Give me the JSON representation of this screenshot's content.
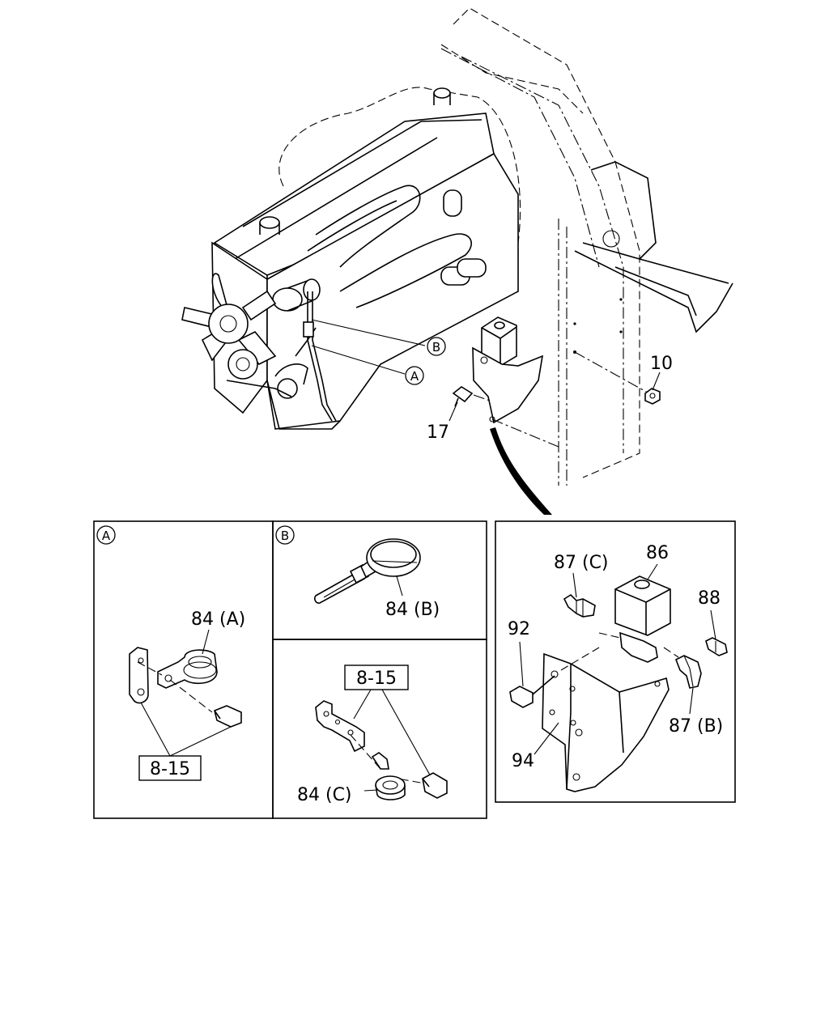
{
  "callouts": {
    "c10": "10",
    "c17": "17",
    "ref_a": "A",
    "ref_b": "B"
  },
  "panel_a": {
    "ref": "A",
    "part_label": "84 (A)",
    "ref_box": "8-15"
  },
  "panel_b_top": {
    "ref": "B",
    "part_label": "84 (B)"
  },
  "panel_b_bottom": {
    "ref_box": "8-15",
    "part_label": "84 (C)"
  },
  "panel_valve": {
    "l86": "86",
    "l87c": "87 (C)",
    "l88": "88",
    "l92": "92",
    "l87b": "87 (B)",
    "l94": "94"
  }
}
